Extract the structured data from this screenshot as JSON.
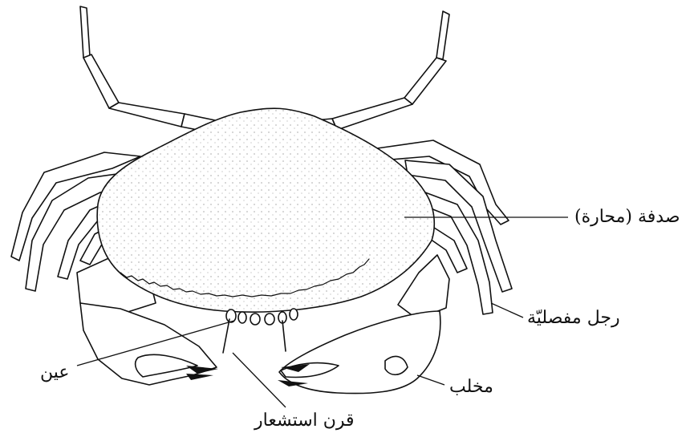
{
  "labels": {
    "shell": "صدفة (محارة)",
    "jointed_leg": "رجل مفصليّة",
    "eye": "عين",
    "claw": "مخلب",
    "antenna": "قرن استشعار"
  },
  "colors": {
    "line": "#111111",
    "background": "#ffffff"
  }
}
